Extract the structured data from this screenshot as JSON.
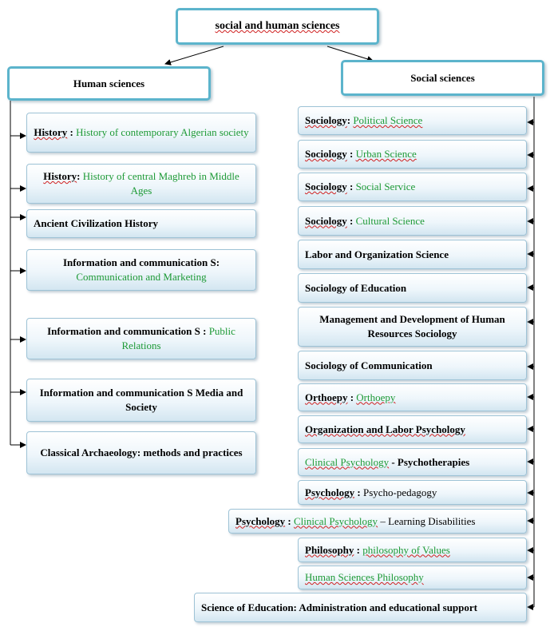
{
  "root": {
    "title": "social and human sciences"
  },
  "human": {
    "title": "Human sciences",
    "items": [
      {
        "head": "History",
        "sep": " : ",
        "spec": "History of contemporary Algerian society"
      },
      {
        "head": "History",
        "sep": ": ",
        "spec": "History of central Maghreb in Middle Ages"
      },
      {
        "head": "Ancient Civilization History",
        "sep": "",
        "spec": ""
      },
      {
        "head": "Information and communication S:",
        "sep": " ",
        "spec": "Communication and Marketing"
      },
      {
        "head": "Information and communication S :",
        "sep": " ",
        "spec": "Public Relations"
      },
      {
        "head": "Information and communication S Media and Society",
        "sep": "",
        "spec": ""
      },
      {
        "head": "Classical Archaeology: methods and practices",
        "sep": "",
        "spec": ""
      }
    ]
  },
  "social": {
    "title": "Social sciences",
    "items": [
      {
        "head": "Sociology",
        "sep": ": ",
        "spec": "Political Science",
        "tail": ""
      },
      {
        "head": "Sociology",
        "sep": " : ",
        "spec": "Urban Science",
        "tail": ""
      },
      {
        "head": "Sociology",
        "sep": " : ",
        "spec": "Social Service",
        "tail": ""
      },
      {
        "head": "Sociology",
        "sep": " : ",
        "spec": "Cultural Science",
        "tail": ""
      },
      {
        "head": "Labor and Organization Science",
        "sep": "",
        "spec": "",
        "tail": ""
      },
      {
        "head": "Sociology of Education",
        "sep": "",
        "spec": "",
        "tail": ""
      },
      {
        "head": "Management and Development of Human Resources Sociology",
        "sep": "",
        "spec": "",
        "tail": ""
      },
      {
        "head": "Sociology of Communication",
        "sep": "",
        "spec": "",
        "tail": ""
      },
      {
        "head": "Orthoepy",
        "sep": " : ",
        "spec": "Orthoepy",
        "tail": ""
      },
      {
        "head": "Organization and Labor Psychology",
        "sep": "",
        "spec": "",
        "tail": ""
      },
      {
        "head": "",
        "sep": "",
        "spec": "Clinical Psychology",
        "tail": " - Psychotherapies"
      },
      {
        "head": "Psychology",
        "sep": " : ",
        "spec": "",
        "tail": "Psycho-pedagogy"
      },
      {
        "head": "Psychology",
        "sep": " : ",
        "spec": "Clinical Psychology",
        "tail": " – Learning Disabilities"
      },
      {
        "head": "Philosophy",
        "sep": " : ",
        "spec": "philosophy of Values",
        "tail": ""
      },
      {
        "head": "",
        "sep": "",
        "spec": "Human Sciences Philosophy",
        "tail": ""
      },
      {
        "head": "Science of Education: Administration and educational support",
        "sep": "",
        "spec": "",
        "tail": ""
      }
    ]
  },
  "colors": {
    "accent_border": "#5cb4cc",
    "box_border": "#9ec3d6",
    "specialty_text": "#1e9a36",
    "line": "#000000"
  }
}
